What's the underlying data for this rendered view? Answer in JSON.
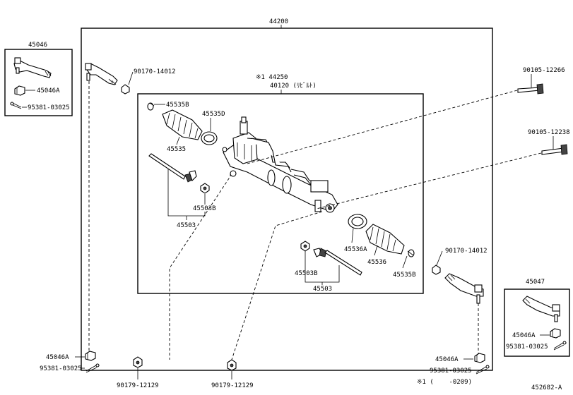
{
  "labels": {
    "assy_44200": "44200",
    "star_44250": "※1 44250",
    "rebuilt_40120": "40120 (ﾘﾋﾞﾙﾄ)",
    "set_45046": "45046",
    "set_45046A_left": "45046A",
    "set_95381_left_box": "95381-03025",
    "bolt_90105_12266": "90105-12266",
    "bolt_90105_12238": "90105-12238",
    "nut_90170_14012_left": "90170-14012",
    "nut_90170_14012_right": "90170-14012",
    "clamp_45535B_left": "45535B",
    "boot_45535D": "45535D",
    "boot_45535": "45535",
    "rack_end_45503B_left": "45503B",
    "rack_end_45503_left": "45503",
    "boot_45536A": "45536A",
    "boot_45536": "45536",
    "clamp_45535B_right": "45535B",
    "rack_end_45503B_right": "45503B",
    "rack_end_45503_right": "45503",
    "set_45047": "45047",
    "set_45046A_right_box": "45046A",
    "set_95381_right_box": "95381-03025",
    "nut_45046A_bottom_left": "45046A",
    "pin_95381_bottom_left": "95381-03025",
    "nut_90179_12129_a": "90179-12129",
    "nut_90179_12129_b": "90179-12129",
    "nut_45046A_bottom_right": "45046A",
    "pin_95381_bottom_right": "95381-03025",
    "star_note": "※1 (    -0209)",
    "figure_code": "452682-A"
  }
}
